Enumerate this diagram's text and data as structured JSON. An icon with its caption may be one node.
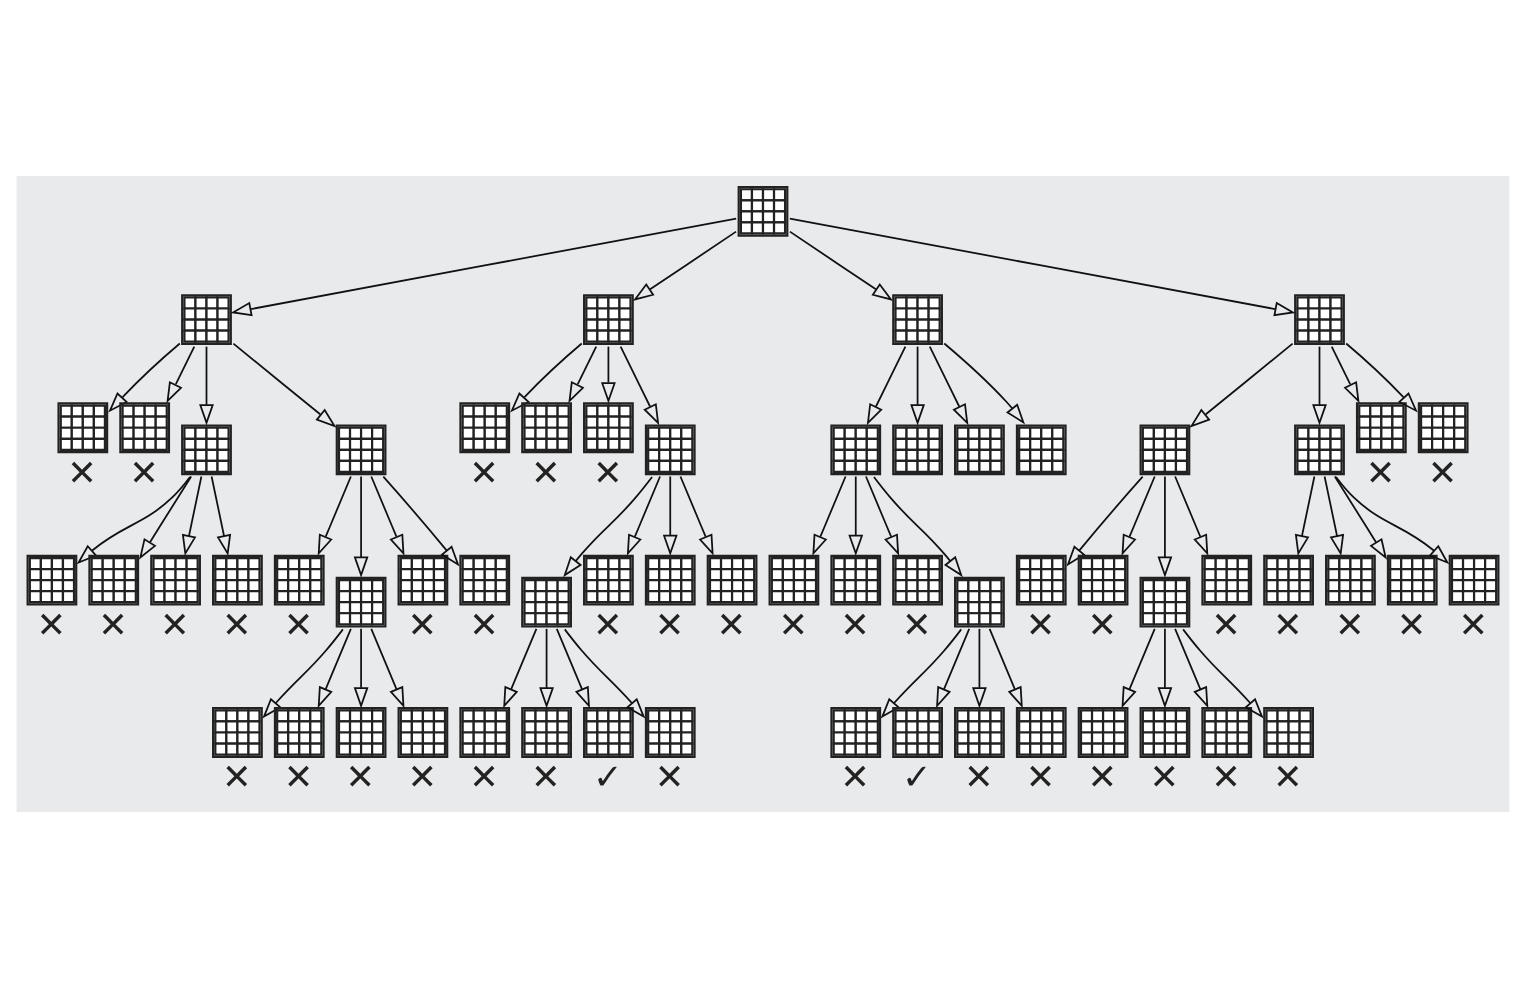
{
  "diagram": {
    "nodes": [
      {
        "text": [],
        "shape": "picture"
      },
      {
        "text": [],
        "shape": "picture"
      },
      {
        "text": [],
        "shape": "picture"
      },
      {
        "text": [],
        "shape": "picture"
      },
      {
        "text": [],
        "shape": "picture"
      },
      {
        "text": [],
        "shape": "picture",
        "beside": [
          "✕"
        ]
      },
      {
        "text": [],
        "shape": "picture",
        "beside": [
          "✕"
        ]
      },
      {
        "text": [],
        "shape": "picture"
      },
      {
        "text": [],
        "shape": "picture"
      },
      {
        "text": [],
        "shape": "picture"
      },
      {
        "text": [],
        "shape": "picture"
      },
      {
        "text": [],
        "shape": "picture",
        "beside": [
          "✕"
        ]
      },
      {
        "text": [],
        "shape": "picture",
        "beside": [
          "✕"
        ]
      },
      {
        "text": [],
        "shape": "picture",
        "beside": [
          "✕"
        ]
      },
      {
        "text": [],
        "shape": "picture",
        "beside": [
          "✕"
        ]
      },
      {
        "text": [],
        "shape": "picture",
        "beside": [
          "✕"
        ]
      },
      {
        "text": [],
        "shape": "picture",
        "beside": [
          "✕"
        ]
      },
      {
        "text": [],
        "shape": "picture",
        "beside": [
          "✕"
        ]
      },
      {
        "text": [],
        "shape": "picture"
      },
      {
        "text": [],
        "shape": "picture",
        "beside": [
          "✕"
        ]
      },
      {
        "text": [],
        "shape": "picture",
        "beside": [
          "✕"
        ]
      },
      {
        "text": [],
        "shape": "picture",
        "beside": [
          "✕"
        ]
      },
      {
        "text": [],
        "shape": "picture",
        "beside": [
          "✕"
        ]
      },
      {
        "text": [],
        "shape": "picture"
      },
      {
        "text": [],
        "shape": "picture",
        "beside": [
          "✕"
        ]
      },
      {
        "text": [],
        "shape": "picture",
        "beside": [
          "✕"
        ]
      },
      {
        "text": [],
        "shape": "picture",
        "beside": [
          "✕"
        ]
      },
      {
        "text": [],
        "shape": "picture",
        "beside": [
          "✕"
        ]
      },
      {
        "text": [],
        "shape": "picture",
        "beside": [
          "✕"
        ]
      },
      {
        "text": [],
        "shape": "picture",
        "beside": [
          "✕"
        ]
      },
      {
        "text": [],
        "shape": "picture",
        "beside": [
          "✕"
        ]
      },
      {
        "text": [],
        "shape": "picture",
        "beside": [
          "✕"
        ]
      },
      {
        "text": [],
        "shape": "picture"
      },
      {
        "text": [],
        "shape": "picture"
      },
      {
        "text": [],
        "shape": "picture"
      },
      {
        "text": [],
        "shape": "picture"
      },
      {
        "text": [],
        "shape": "picture"
      },
      {
        "text": [],
        "shape": "picture",
        "beside": [
          "✕"
        ]
      },
      {
        "text": [],
        "shape": "picture",
        "beside": [
          "✕"
        ]
      },
      {
        "text": [],
        "shape": "picture",
        "beside": [
          "✕"
        ]
      },
      {
        "text": [],
        "shape": "picture",
        "beside": [
          "✕"
        ]
      },
      {
        "text": [],
        "shape": "picture",
        "beside": [
          "✕"
        ]
      },
      {
        "text": [],
        "shape": "picture",
        "beside": [
          "✕"
        ]
      },
      {
        "text": [],
        "shape": "picture",
        "beside": [
          "✕"
        ]
      },
      {
        "text": [],
        "shape": "picture",
        "beside": [
          "✕"
        ]
      },
      {
        "text": [],
        "shape": "picture"
      },
      {
        "text": [],
        "shape": "picture",
        "beside": [
          "✕"
        ]
      },
      {
        "text": [],
        "shape": "picture",
        "beside": [
          "✕"
        ]
      },
      {
        "text": [],
        "shape": "picture",
        "beside": [
          "✕"
        ]
      },
      {
        "text": [],
        "shape": "picture",
        "beside": [
          "✕"
        ]
      },
      {
        "text": [],
        "shape": "picture",
        "beside": [
          "✕"
        ]
      },
      {
        "text": [],
        "shape": "picture",
        "beside": [
          "✕"
        ]
      },
      {
        "text": [],
        "shape": "picture"
      },
      {
        "text": [],
        "shape": "picture",
        "beside": [
          "✕"
        ]
      },
      {
        "text": [],
        "shape": "picture",
        "beside": [
          "✕"
        ]
      },
      {
        "text": [],
        "shape": "picture",
        "beside": [
          "✓"
        ]
      },
      {
        "text": [],
        "shape": "picture",
        "beside": [
          "✕"
        ]
      },
      {
        "text": [],
        "shape": "picture",
        "beside": [
          "✕"
        ]
      },
      {
        "text": [],
        "shape": "picture",
        "beside": [
          "✓"
        ]
      },
      {
        "text": [],
        "shape": "picture",
        "beside": [
          "✕"
        ]
      },
      {
        "text": [],
        "shape": "picture",
        "beside": [
          "✕"
        ]
      }
    ],
    "edges": [
      {
        "from": 0,
        "to": 1,
        "arrow": "to"
      },
      {
        "from": 0,
        "to": 2,
        "arrow": "to"
      },
      {
        "from": 0,
        "to": 3,
        "arrow": "to"
      },
      {
        "from": 0,
        "to": 4,
        "arrow": "to"
      },
      {
        "from": 1,
        "to": 5,
        "arrow": "to"
      },
      {
        "from": 1,
        "to": 6,
        "arrow": "to"
      },
      {
        "from": 1,
        "to": 7,
        "arrow": "to"
      },
      {
        "from": 1,
        "to": 8,
        "arrow": "to"
      },
      {
        "from": 4,
        "to": 9,
        "arrow": "to"
      },
      {
        "from": 4,
        "to": 10,
        "arrow": "to"
      },
      {
        "from": 4,
        "to": 11,
        "arrow": "to"
      },
      {
        "from": 4,
        "to": 12,
        "arrow": "to"
      },
      {
        "from": 7,
        "to": 13,
        "arrow": "to"
      },
      {
        "from": 7,
        "to": 14,
        "arrow": "to"
      },
      {
        "from": 7,
        "to": 15,
        "arrow": "to"
      },
      {
        "from": 7,
        "to": 16,
        "arrow": "to"
      },
      {
        "from": 8,
        "to": 17,
        "arrow": "to"
      },
      {
        "from": 8,
        "to": 18,
        "arrow": "to"
      },
      {
        "from": 8,
        "to": 19,
        "arrow": "to"
      },
      {
        "from": 8,
        "to": 20,
        "arrow": "to"
      },
      {
        "from": 9,
        "to": 21,
        "arrow": "to"
      },
      {
        "from": 9,
        "to": 22,
        "arrow": "to"
      },
      {
        "from": 9,
        "to": 23,
        "arrow": "to"
      },
      {
        "from": 9,
        "to": 24,
        "arrow": "to"
      },
      {
        "from": 10,
        "to": 25,
        "arrow": "to"
      },
      {
        "from": 10,
        "to": 26,
        "arrow": "to"
      },
      {
        "from": 10,
        "to": 27,
        "arrow": "to"
      },
      {
        "from": 10,
        "to": 28,
        "arrow": "to"
      },
      {
        "from": 2,
        "to": 29,
        "arrow": "to"
      },
      {
        "from": 2,
        "to": 30,
        "arrow": "to"
      },
      {
        "from": 2,
        "to": 31,
        "arrow": "to"
      },
      {
        "from": 2,
        "to": 32,
        "arrow": "to"
      },
      {
        "from": 3,
        "to": 33,
        "arrow": "to"
      },
      {
        "from": 3,
        "to": 34,
        "arrow": "to"
      },
      {
        "from": 3,
        "to": 35,
        "arrow": "to"
      },
      {
        "from": 3,
        "to": 36,
        "arrow": "to"
      },
      {
        "from": 18,
        "to": 37,
        "arrow": "to"
      },
      {
        "from": 18,
        "to": 38,
        "arrow": "to"
      },
      {
        "from": 18,
        "to": 39,
        "arrow": "to"
      },
      {
        "from": 18,
        "to": 40,
        "arrow": "to"
      },
      {
        "from": 23,
        "to": 41,
        "arrow": "to"
      },
      {
        "from": 23,
        "to": 42,
        "arrow": "to"
      },
      {
        "from": 23,
        "to": 43,
        "arrow": "to"
      },
      {
        "from": 23,
        "to": 44,
        "arrow": "to"
      },
      {
        "from": 32,
        "to": 45,
        "arrow": "to"
      },
      {
        "from": 32,
        "to": 46,
        "arrow": "to"
      },
      {
        "from": 32,
        "to": 47,
        "arrow": "to"
      },
      {
        "from": 32,
        "to": 48,
        "arrow": "to"
      },
      {
        "from": 33,
        "to": 49,
        "arrow": "to"
      },
      {
        "from": 33,
        "to": 50,
        "arrow": "to"
      },
      {
        "from": 33,
        "to": 51,
        "arrow": "to"
      },
      {
        "from": 33,
        "to": 52,
        "arrow": "to"
      },
      {
        "from": 45,
        "to": 53,
        "arrow": "to"
      },
      {
        "from": 45,
        "to": 54,
        "arrow": "to"
      },
      {
        "from": 45,
        "to": 55,
        "arrow": "to"
      },
      {
        "from": 45,
        "to": 56,
        "arrow": "to"
      },
      {
        "from": 52,
        "to": 57,
        "arrow": "to"
      },
      {
        "from": 52,
        "to": 58,
        "arrow": "to"
      },
      {
        "from": 52,
        "to": 59,
        "arrow": "to"
      },
      {
        "from": 52,
        "to": 60,
        "arrow": "to"
      }
    ]
  }
}
